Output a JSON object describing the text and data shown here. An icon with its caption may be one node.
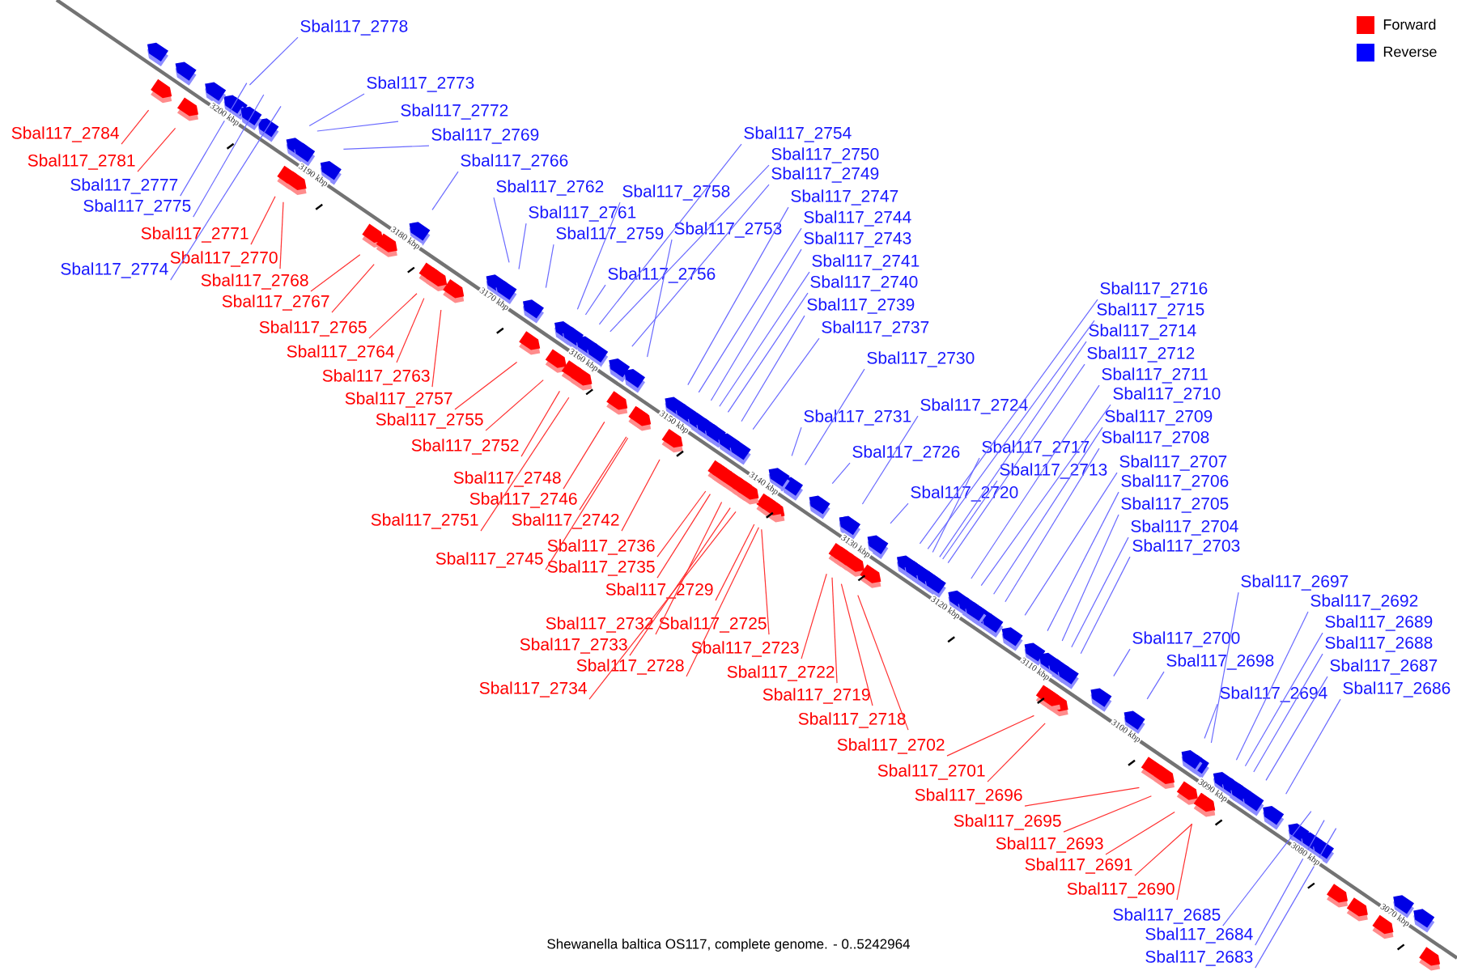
{
  "diagram": {
    "caption": "Shewanella baltica OS117, complete genome. - 0..5242964",
    "nodes": [
      {
        "text": [
          "Sbal117_2778"
        ]
      },
      {
        "text": [
          "Sbal117_2773"
        ]
      },
      {
        "text": [
          "Sbal117_2772"
        ]
      },
      {
        "text": [
          "Sbal117_2769"
        ]
      },
      {
        "text": [
          "Sbal117_2766"
        ]
      },
      {
        "text": [
          "Sbal117_2762"
        ]
      },
      {
        "text": [
          "Sbal117_2761"
        ]
      },
      {
        "text": [
          "Sbal117_2759"
        ]
      },
      {
        "text": [
          "Sbal117_2758"
        ]
      },
      {
        "text": [
          "Sbal117_2756"
        ]
      },
      {
        "text": [
          "Sbal117_2754"
        ]
      },
      {
        "text": [
          "Sbal117_2750"
        ]
      },
      {
        "text": [
          "Sbal117_2749"
        ]
      },
      {
        "text": [
          "Sbal117_2753"
        ]
      },
      {
        "text": [
          "Sbal117_2747"
        ]
      },
      {
        "text": [
          "Sbal117_2744"
        ]
      },
      {
        "text": [
          "Sbal117_2743"
        ]
      },
      {
        "text": [
          "Sbal117_2741"
        ]
      },
      {
        "text": [
          "Sbal117_2740"
        ]
      },
      {
        "text": [
          "Sbal117_2739"
        ]
      },
      {
        "text": [
          "Sbal117_2737"
        ]
      },
      {
        "text": [
          "Sbal117_2730"
        ]
      },
      {
        "text": [
          "Sbal117_2731"
        ]
      },
      {
        "text": [
          "Sbal117_2724"
        ]
      },
      {
        "text": [
          "Sbal117_2726"
        ]
      },
      {
        "text": [
          "Sbal117_2720"
        ]
      },
      {
        "text": [
          "Sbal117_2717"
        ]
      },
      {
        "text": [
          "Sbal117_2713"
        ]
      },
      {
        "text": [
          "Sbal117_2716"
        ]
      },
      {
        "text": [
          "Sbal117_2715"
        ]
      },
      {
        "text": [
          "Sbal117_2714"
        ]
      },
      {
        "text": [
          "Sbal117_2712"
        ]
      },
      {
        "text": [
          "Sbal117_2711"
        ]
      },
      {
        "text": [
          "Sbal117_2710"
        ]
      },
      {
        "text": [
          "Sbal117_2709"
        ]
      },
      {
        "text": [
          "Sbal117_2708"
        ]
      },
      {
        "text": [
          "Sbal117_2707"
        ]
      },
      {
        "text": [
          "Sbal117_2706"
        ]
      },
      {
        "text": [
          "Sbal117_2705"
        ]
      },
      {
        "text": [
          "Sbal117_2704"
        ]
      },
      {
        "text": [
          "Sbal117_2703"
        ]
      },
      {
        "text": [
          "Sbal117_2700"
        ]
      },
      {
        "text": [
          "Sbal117_2698"
        ]
      },
      {
        "text": [
          "Sbal117_2697"
        ]
      },
      {
        "text": [
          "Sbal117_2692"
        ]
      },
      {
        "text": [
          "Sbal117_2689"
        ]
      },
      {
        "text": [
          "Sbal117_2688"
        ]
      },
      {
        "text": [
          "Sbal117_2694"
        ]
      },
      {
        "text": [
          "Sbal117_2687"
        ]
      },
      {
        "text": [
          "Sbal117_2686"
        ]
      },
      {
        "text": [
          "Sbal117_2685"
        ]
      },
      {
        "text": [
          "Sbal117_2684"
        ]
      },
      {
        "text": [
          "Sbal117_2683"
        ]
      },
      {
        "text": [
          "Sbal117_2774"
        ]
      },
      {
        "text": [
          "Sbal117_2777"
        ]
      },
      {
        "text": [
          "Sbal117_2775"
        ]
      },
      {
        "text": [
          "Sbal117_2784"
        ]
      },
      {
        "text": [
          "Sbal117_2781"
        ]
      },
      {
        "text": [
          "Sbal117_2771"
        ]
      },
      {
        "text": [
          "Sbal117_2770"
        ]
      },
      {
        "text": [
          "Sbal117_2768"
        ]
      },
      {
        "text": [
          "Sbal117_2767"
        ]
      },
      {
        "text": [
          "Sbal117_2765"
        ]
      },
      {
        "text": [
          "Sbal117_2764"
        ]
      },
      {
        "text": [
          "Sbal117_2763"
        ]
      },
      {
        "text": [
          "Sbal117_2757"
        ]
      },
      {
        "text": [
          "Sbal117_2755"
        ]
      },
      {
        "text": [
          "Sbal117_2752"
        ]
      },
      {
        "text": [
          "Sbal117_2748"
        ]
      },
      {
        "text": [
          "Sbal117_2746"
        ]
      },
      {
        "text": [
          "Sbal117_2742"
        ]
      },
      {
        "text": [
          "Sbal117_2751"
        ]
      },
      {
        "text": [
          "Sbal117_2745"
        ]
      },
      {
        "text": [
          "Sbal117_2736"
        ]
      },
      {
        "text": [
          "Sbal117_2735"
        ]
      },
      {
        "text": [
          "Sbal117_2729"
        ]
      },
      {
        "text": [
          "Sbal117_2732"
        ]
      },
      {
        "text": [
          "Sbal117_2725"
        ]
      },
      {
        "text": [
          "Sbal117_2733"
        ]
      },
      {
        "text": [
          "Sbal117_2723"
        ]
      },
      {
        "text": [
          "Sbal117_2728"
        ]
      },
      {
        "text": [
          "Sbal117_2722"
        ]
      },
      {
        "text": [
          "Sbal117_2734"
        ]
      },
      {
        "text": [
          "Sbal117_2719"
        ]
      },
      {
        "text": [
          "Sbal117_2718"
        ]
      },
      {
        "text": [
          "Sbal117_2702"
        ]
      },
      {
        "text": [
          "Sbal117_2701"
        ]
      },
      {
        "text": [
          "Sbal117_2696"
        ]
      },
      {
        "text": [
          "Sbal117_2695"
        ]
      },
      {
        "text": [
          "Sbal117_2693"
        ]
      },
      {
        "text": [
          "Sbal117_2691"
        ]
      },
      {
        "text": [
          "Sbal117_2690"
        ]
      }
    ],
    "edges": [
      {
        "from": 0,
        "to": null,
        "arrow": "none"
      },
      {
        "from": 1,
        "to": null,
        "arrow": "none"
      },
      {
        "from": 2,
        "to": null,
        "arrow": "none"
      },
      {
        "from": 3,
        "to": null,
        "arrow": "none"
      },
      {
        "from": 4,
        "to": null,
        "arrow": "none"
      },
      {
        "from": 5,
        "to": null,
        "arrow": "none"
      },
      {
        "from": 6,
        "to": null,
        "arrow": "none"
      },
      {
        "from": 7,
        "to": null,
        "arrow": "none"
      },
      {
        "from": 8,
        "to": null,
        "arrow": "none"
      },
      {
        "from": 9,
        "to": null,
        "arrow": "none"
      },
      {
        "from": 10,
        "to": null,
        "arrow": "none"
      },
      {
        "from": 11,
        "to": null,
        "arrow": "none"
      },
      {
        "from": 12,
        "to": null,
        "arrow": "none"
      },
      {
        "from": 13,
        "to": null,
        "arrow": "none"
      },
      {
        "from": 14,
        "to": null,
        "arrow": "none"
      },
      {
        "from": 15,
        "to": null,
        "arrow": "none"
      },
      {
        "from": 16,
        "to": null,
        "arrow": "none"
      },
      {
        "from": 17,
        "to": null,
        "arrow": "none"
      },
      {
        "from": 18,
        "to": null,
        "arrow": "none"
      },
      {
        "from": 19,
        "to": null,
        "arrow": "none"
      },
      {
        "from": 20,
        "to": null,
        "arrow": "none"
      },
      {
        "from": 21,
        "to": null,
        "arrow": "none"
      },
      {
        "from": 22,
        "to": null,
        "arrow": "none"
      },
      {
        "from": 23,
        "to": null,
        "arrow": "none"
      },
      {
        "from": 24,
        "to": null,
        "arrow": "none"
      },
      {
        "from": 25,
        "to": null,
        "arrow": "none"
      },
      {
        "from": 26,
        "to": null,
        "arrow": "none"
      },
      {
        "from": 27,
        "to": null,
        "arrow": "none"
      },
      {
        "from": 28,
        "to": null,
        "arrow": "none"
      },
      {
        "from": 29,
        "to": null,
        "arrow": "none"
      },
      {
        "from": 30,
        "to": null,
        "arrow": "none"
      },
      {
        "from": 31,
        "to": null,
        "arrow": "none"
      },
      {
        "from": 32,
        "to": null,
        "arrow": "none"
      },
      {
        "from": 33,
        "to": null,
        "arrow": "none"
      },
      {
        "from": 34,
        "to": null,
        "arrow": "none"
      },
      {
        "from": 35,
        "to": null,
        "arrow": "none"
      },
      {
        "from": 36,
        "to": null,
        "arrow": "none"
      },
      {
        "from": 37,
        "to": null,
        "arrow": "none"
      },
      {
        "from": 38,
        "to": null,
        "arrow": "none"
      },
      {
        "from": 39,
        "to": null,
        "arrow": "none"
      },
      {
        "from": 40,
        "to": null,
        "arrow": "none"
      },
      {
        "from": 41,
        "to": null,
        "arrow": "none"
      },
      {
        "from": 42,
        "to": null,
        "arrow": "none"
      },
      {
        "from": 43,
        "to": null,
        "arrow": "none"
      },
      {
        "from": 44,
        "to": null,
        "arrow": "none"
      },
      {
        "from": 45,
        "to": null,
        "arrow": "none"
      },
      {
        "from": 46,
        "to": null,
        "arrow": "none"
      },
      {
        "from": 47,
        "to": null,
        "arrow": "none"
      },
      {
        "from": 48,
        "to": null,
        "arrow": "none"
      },
      {
        "from": 49,
        "to": null,
        "arrow": "none"
      },
      {
        "from": 50,
        "to": null,
        "arrow": "none"
      },
      {
        "from": 51,
        "to": null,
        "arrow": "none"
      },
      {
        "from": 52,
        "to": null,
        "arrow": "none"
      },
      {
        "from": 53,
        "to": null,
        "arrow": "none"
      },
      {
        "from": 54,
        "to": null,
        "arrow": "none"
      },
      {
        "from": 55,
        "to": null,
        "arrow": "none"
      },
      {
        "from": 56,
        "to": null,
        "arrow": "none",
        "color": "#ff3030"
      },
      {
        "from": 57,
        "to": null,
        "arrow": "none",
        "color": "#ff3030"
      },
      {
        "from": 58,
        "to": null,
        "arrow": "none",
        "color": "#ff3030"
      },
      {
        "from": 59,
        "to": null,
        "arrow": "none",
        "color": "#ff3030"
      },
      {
        "from": 60,
        "to": null,
        "arrow": "none",
        "color": "#ff3030"
      },
      {
        "from": 61,
        "to": null,
        "arrow": "none",
        "color": "#ff3030"
      },
      {
        "from": 62,
        "to": null,
        "arrow": "none",
        "color": "#ff3030"
      },
      {
        "from": 63,
        "to": null,
        "arrow": "none",
        "color": "#ff3030"
      },
      {
        "from": 64,
        "to": null,
        "arrow": "none",
        "color": "#ff3030"
      },
      {
        "from": 65,
        "to": null,
        "arrow": "none",
        "color": "#ff3030"
      },
      {
        "from": 66,
        "to": null,
        "arrow": "none",
        "color": "#ff3030"
      },
      {
        "from": 67,
        "to": null,
        "arrow": "none",
        "color": "#ff3030"
      },
      {
        "from": 68,
        "to": null,
        "arrow": "none",
        "color": "#ff3030"
      },
      {
        "from": 69,
        "to": null,
        "arrow": "none",
        "color": "#ff3030"
      },
      {
        "from": 70,
        "to": null,
        "arrow": "none",
        "color": "#ff3030"
      },
      {
        "from": 71,
        "to": null,
        "arrow": "none",
        "color": "#ff3030"
      },
      {
        "from": 72,
        "to": null,
        "arrow": "none",
        "color": "#ff3030"
      },
      {
        "from": 73,
        "to": null,
        "arrow": "none",
        "color": "#ff3030"
      },
      {
        "from": 74,
        "to": null,
        "arrow": "none",
        "color": "#ff3030"
      },
      {
        "from": 75,
        "to": null,
        "arrow": "none",
        "color": "#ff3030"
      },
      {
        "from": 76,
        "to": null,
        "arrow": "none",
        "color": "#ff3030"
      },
      {
        "from": 77,
        "to": null,
        "arrow": "none",
        "color": "#ff3030"
      },
      {
        "from": 78,
        "to": null,
        "arrow": "none",
        "color": "#ff3030"
      },
      {
        "from": 79,
        "to": null,
        "arrow": "none",
        "color": "#ff3030"
      },
      {
        "from": 80,
        "to": null,
        "arrow": "none",
        "color": "#ff3030"
      },
      {
        "from": 81,
        "to": null,
        "arrow": "none",
        "color": "#ff3030"
      },
      {
        "from": 82,
        "to": null,
        "arrow": "none",
        "color": "#ff3030"
      },
      {
        "from": 83,
        "to": null,
        "arrow": "none",
        "color": "#ff3030"
      },
      {
        "from": 84,
        "to": null,
        "arrow": "none",
        "color": "#ff3030"
      },
      {
        "from": 85,
        "to": null,
        "arrow": "none",
        "color": "#ff3030"
      },
      {
        "from": 86,
        "to": null,
        "arrow": "none",
        "color": "#ff3030"
      },
      {
        "from": 87,
        "to": null,
        "arrow": "none",
        "color": "#ff3030"
      },
      {
        "from": 88,
        "to": null,
        "arrow": "none",
        "color": "#ff3030"
      },
      {
        "from": 89,
        "to": null,
        "arrow": "none",
        "color": "#ff3030"
      },
      {
        "from": 90,
        "to": null,
        "arrow": "none",
        "color": "#ff3030"
      },
      {
        "from": 91,
        "to": null,
        "arrow": "none",
        "color": "#ff3030"
      }
    ],
    "labels": [
      "3200 kbp",
      "3190 kbp",
      "3180 kbp",
      "3170 kbp",
      "3160 kbp",
      "3150 kbp",
      "3140 kbp",
      "3130 kbp",
      "3120 kbp",
      "3110 kbp",
      "3100 kbp",
      "3090 kbp",
      "3080 kbp",
      "3070 kbp"
    ],
    "legend": [
      {
        "text": "Forward",
        "color": "#ff0000"
      },
      {
        "text": "Reverse",
        "color": "#0000ff"
      }
    ]
  }
}
